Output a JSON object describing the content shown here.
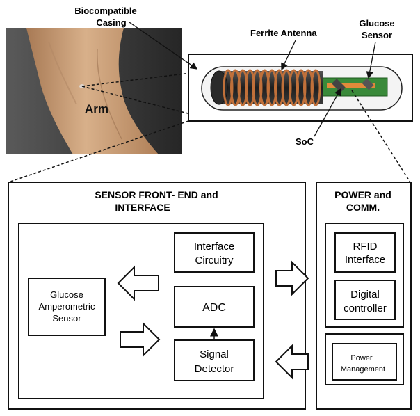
{
  "photo": {
    "arm_label": "Arm"
  },
  "callouts": {
    "casing_line1": "Biocompatible",
    "casing_line2": "Casing",
    "antenna": "Ferrite Antenna",
    "glucose_line1": "Glucose",
    "glucose_line2": "Sensor",
    "soc": "SoC"
  },
  "front_end": {
    "title_line1": "SENSOR FRONT- END and",
    "title_line2": "INTERFACE",
    "sensor_line1": "Glucose",
    "sensor_line2": "Amperometric",
    "sensor_line3": "Sensor",
    "interface_line1": "Interface",
    "interface_line2": "Circuitry",
    "adc": "ADC",
    "signal_line1": "Signal",
    "signal_line2": "Detector"
  },
  "power_comm": {
    "title_line1": "POWER and",
    "title_line2": "COMM.",
    "rfid_line1": "RFID",
    "rfid_line2": "Interface",
    "digital_line1": "Digital",
    "digital_line2": "controller",
    "power_line1": "Power",
    "power_line2": "Management"
  },
  "colors": {
    "skin": "#c8a07a",
    "photo_bg": "#2f2f2f",
    "coil": "#c0703a",
    "pcb": "#3a8a3a",
    "ferrite": "#2b2b2b"
  }
}
